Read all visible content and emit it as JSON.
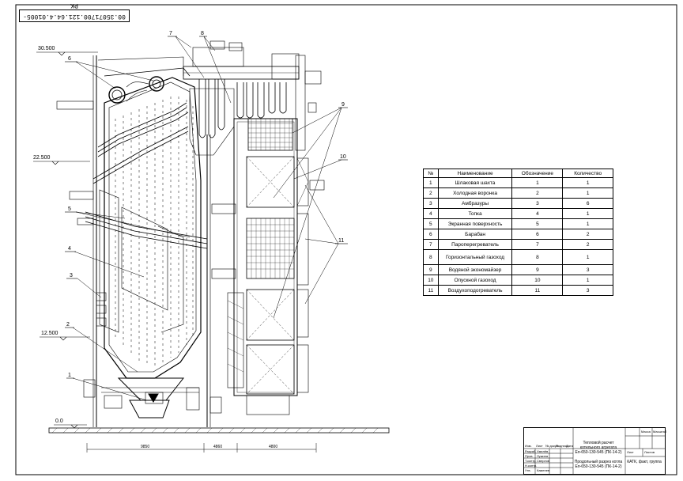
{
  "stamp": "00.35071700.121.64.4.01005-PK",
  "elevations": [
    "30.500",
    "22.500",
    "12.500",
    "0.0"
  ],
  "callouts": [
    "6",
    "7",
    "8",
    "9",
    "10",
    "5",
    "4",
    "3",
    "2",
    "1",
    "11"
  ],
  "dims": [
    "9850",
    "4860",
    "4800"
  ],
  "legend": {
    "headers": [
      "№",
      "Наименование",
      "Обозначение",
      "Количество"
    ],
    "rows": [
      {
        "n": "1",
        "name": "Шлаковая шахта",
        "code": "1",
        "qty": "1"
      },
      {
        "n": "2",
        "name": "Холодная воронка",
        "code": "2",
        "qty": "1"
      },
      {
        "n": "3",
        "name": "Амбразуры",
        "code": "3",
        "qty": "6"
      },
      {
        "n": "4",
        "name": "Топка",
        "code": "4",
        "qty": "1"
      },
      {
        "n": "5",
        "name": "Экранная поверхность",
        "code": "5",
        "qty": "1"
      },
      {
        "n": "6",
        "name": "Барабан",
        "code": "6",
        "qty": "2"
      },
      {
        "n": "7",
        "name": "Пароперегреватель",
        "code": "7",
        "qty": "2"
      },
      {
        "n": "8",
        "name": "Горизонтальный газоход",
        "code": "8",
        "qty": "1"
      },
      {
        "n": "9",
        "name": "Водяной экономайзер",
        "code": "9",
        "qty": "3"
      },
      {
        "n": "10",
        "name": "Опускной газоход",
        "code": "10",
        "qty": "1"
      },
      {
        "n": "11",
        "name": "Воздухоподогреватель",
        "code": "11",
        "qty": "3"
      }
    ]
  },
  "titleblock": {
    "project": "Тепловой расчет котельного агрегата Еп-650-130-545 (ПК-14-2)",
    "drawing": "Продольный разрез котла Еп-650-130-545 (ПК-14-2)",
    "org": "КАТК, факт, группа",
    "scale": "Лист",
    "sheets": "Листов",
    "mass": "Масса",
    "ratio": "Масштаб",
    "roles": [
      "Разраб.",
      "Пров.",
      "Т.контр.",
      "Н.контр.",
      "Утв."
    ],
    "names": [
      "Хмелёв",
      "Лужина",
      "Сверлов",
      "Каменев"
    ],
    "cols": [
      "Изм.",
      "Лист",
      "№ докум.",
      "Подпись",
      "Дата"
    ]
  }
}
